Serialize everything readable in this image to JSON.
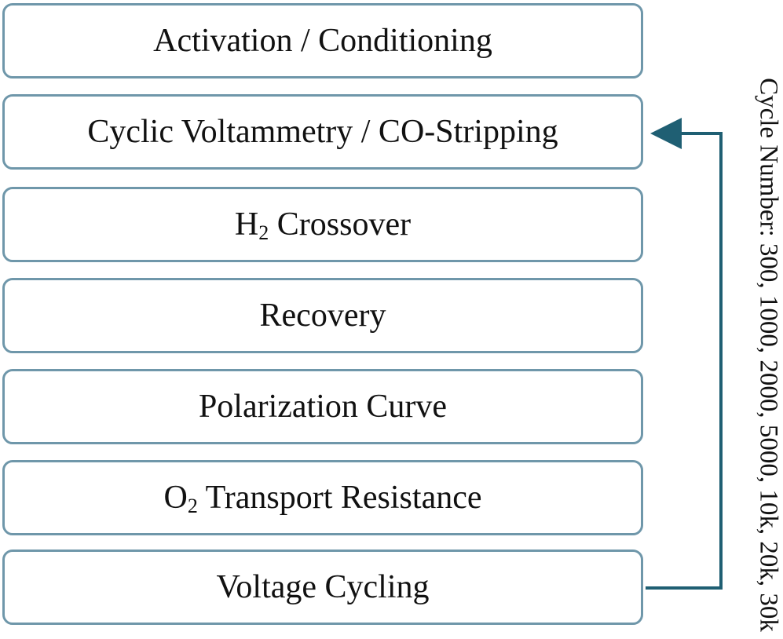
{
  "steps": [
    {
      "id": "activation",
      "text": "Activation / Conditioning"
    },
    {
      "id": "cv",
      "text": "Cyclic Voltammetry / CO-Stripping"
    },
    {
      "id": "h2",
      "prefix": "H",
      "sub": "2",
      "suffix": " Crossover"
    },
    {
      "id": "recovery",
      "text": "Recovery"
    },
    {
      "id": "polarization",
      "text": "Polarization Curve"
    },
    {
      "id": "o2",
      "prefix": "O",
      "sub": "2",
      "suffix": " Transport Resistance"
    },
    {
      "id": "voltage",
      "text": "Voltage Cycling"
    }
  ],
  "loop_label": "Cycle Number: 300, 1000, 2000, 5000, 10k, 20k, 30k",
  "colors": {
    "box_border": "#6f97aa",
    "arrow": "#1f5f73",
    "text": "#111111"
  }
}
